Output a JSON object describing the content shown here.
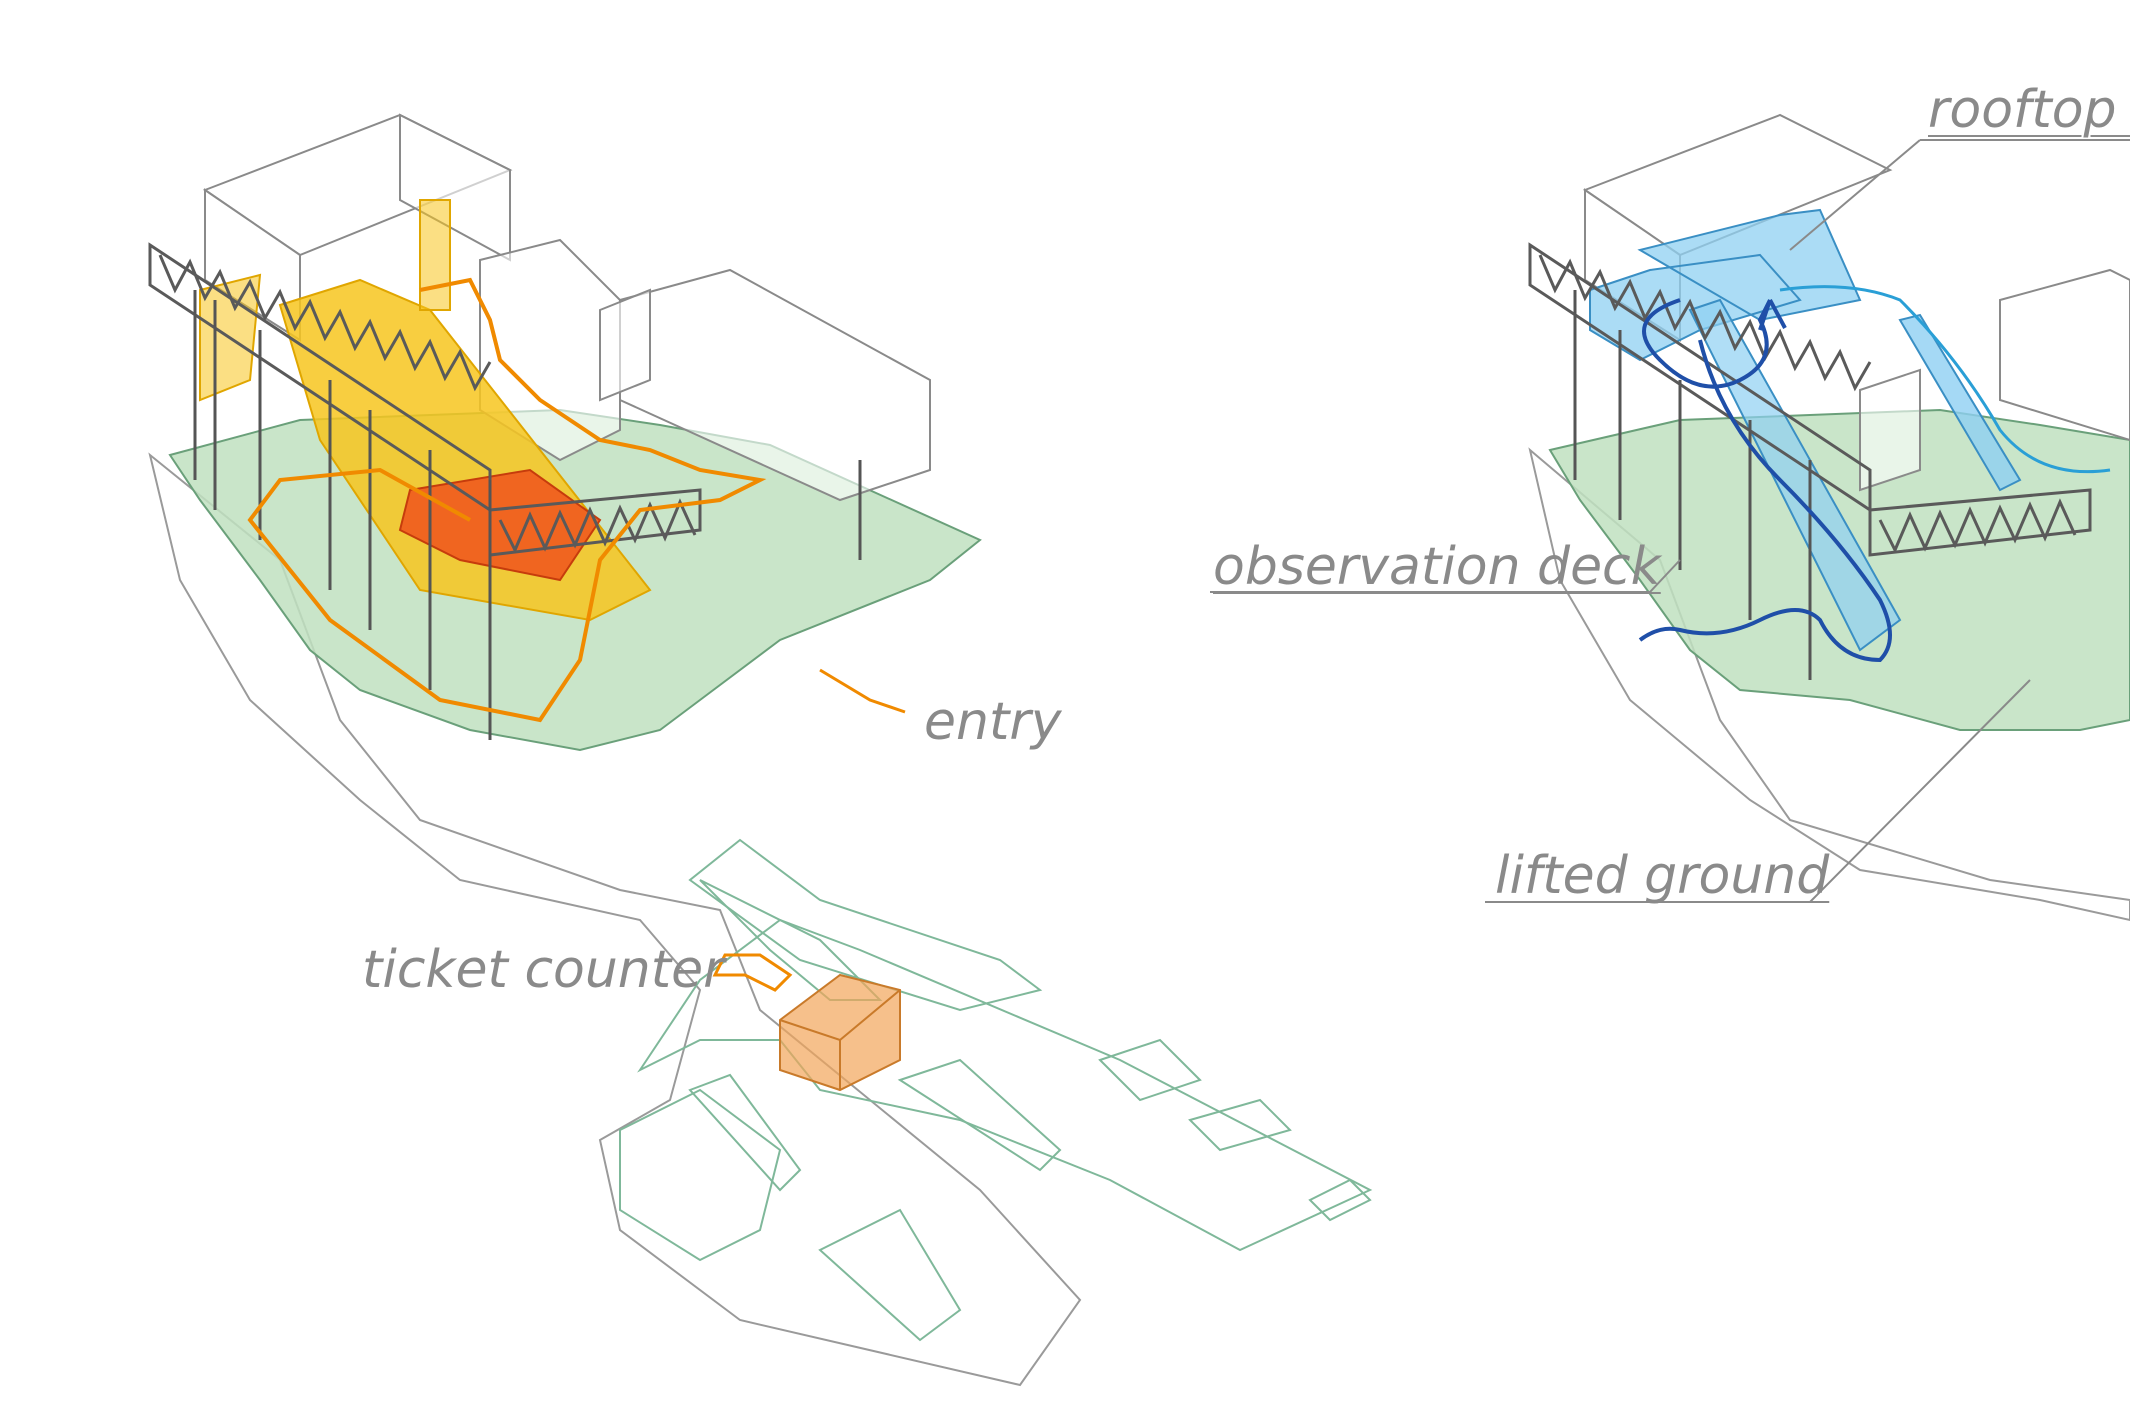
{
  "labels": {
    "entry": "entry",
    "ticket_counter": "ticket counter",
    "observation_deck": "observation deck",
    "lifted_ground": "lifted ground",
    "rooftop": "rooftop d"
  },
  "colors": {
    "line": "#9a9a9a",
    "structure": "#6b6b6b",
    "green_plane": "#bfe0c0",
    "orange_path": "#f08a00",
    "yellow_stair": "#f7c51e",
    "red_stair": "#f05a1e",
    "blue_roof": "#8fd0f2",
    "blue_path": "#1f4fa8",
    "ticket_box": "#f2a55a"
  }
}
